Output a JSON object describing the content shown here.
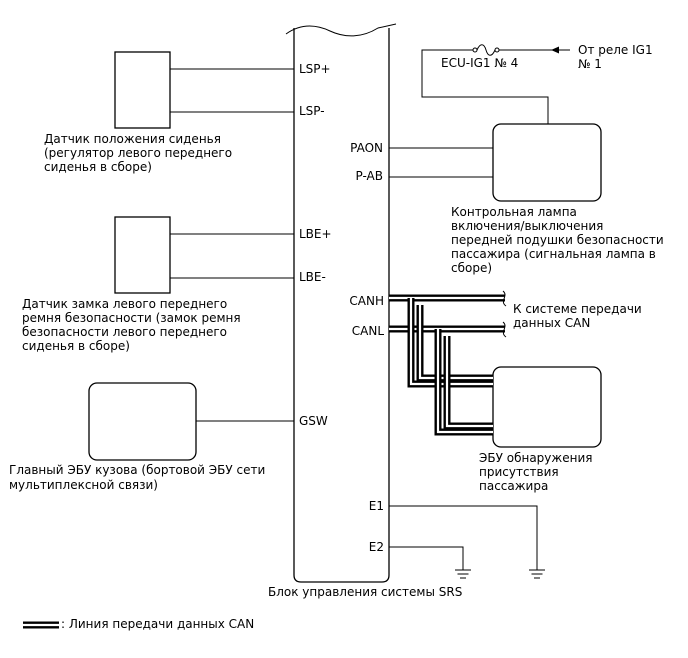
{
  "components": {
    "seat_sensor": [
      "Датчик положения сиденья",
      "(регулятор левого переднего",
      "сиденья в сборе)"
    ],
    "buckle_switch": [
      "Датчик замка левого переднего",
      "ремня безопасности (замок ремня",
      "безопасности левого переднего",
      "сиденья в сборе)"
    ],
    "body_ecu": [
      "Главный ЭБУ кузова (бортовой ЭБУ сети",
      "мультиплексной связи)"
    ],
    "srs_ecu": "Блок управления системы SRS",
    "indicator_lamp": [
      "Контрольная лампа",
      "включения/выключения",
      "передней подушки безопасности",
      "пассажира (сигнальная лампа в",
      "сборе)"
    ],
    "occupant_ecu": [
      "ЭБУ обнаружения",
      "присутствия",
      "пассажира"
    ],
    "can_system": [
      "К системе передачи",
      "данных CAN"
    ],
    "fuse": "ECU-IG1 № 4",
    "relay": [
      "От реле IG1",
      "№ 1"
    ]
  },
  "pins": {
    "lsp_plus": "LSP+",
    "lsp_minus": "LSP-",
    "lbe_plus": "LBE+",
    "lbe_minus": "LBE-",
    "gsw": "GSW",
    "paon": "PAON",
    "pab": "P-AB",
    "canh": "CANH",
    "canl": "CANL",
    "e1": "E1",
    "e2": "E2"
  },
  "legend": {
    "label": ": Линия передачи данных CAN"
  }
}
